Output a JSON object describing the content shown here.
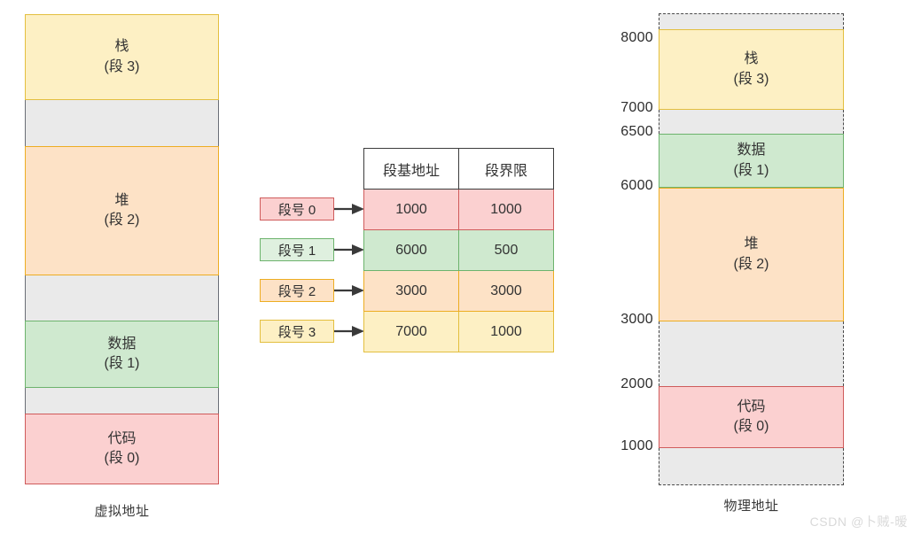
{
  "diagram": {
    "title_left": "虚拟地址",
    "title_right": "物理地址"
  },
  "virtual_memory": {
    "caption": "虚拟地址",
    "blocks": [
      {
        "name": "stack",
        "label": "栈",
        "sublabel": "(段 3)",
        "kind": "segment",
        "color": "#fdf0c4",
        "border": "#e3bf3f"
      },
      {
        "name": "gap-1",
        "label": "",
        "sublabel": "",
        "kind": "gap",
        "color": "#eaeaea",
        "border": "#6b6f76"
      },
      {
        "name": "heap",
        "label": "堆",
        "sublabel": "(段 2)",
        "kind": "segment",
        "color": "#fde2c6",
        "border": "#edad22"
      },
      {
        "name": "gap-2",
        "label": "",
        "sublabel": "",
        "kind": "gap",
        "color": "#eaeaea",
        "border": "#6b6f76"
      },
      {
        "name": "data",
        "label": "数据",
        "sublabel": "(段 1)",
        "kind": "segment",
        "color": "#cfe9cf",
        "border": "#6db36d"
      },
      {
        "name": "gap-3",
        "label": "",
        "sublabel": "",
        "kind": "gap",
        "color": "#eaeaea",
        "border": "#6b6f76"
      },
      {
        "name": "code",
        "label": "代码",
        "sublabel": "(段 0)",
        "kind": "segment",
        "color": "#fbd0d0",
        "border": "#cf5b5b"
      }
    ]
  },
  "segment_table": {
    "headers": [
      "段基地址",
      "段界限"
    ],
    "rows": [
      {
        "chip": "段号 0",
        "base": "1000",
        "limit": "1000",
        "color": "#fbd0d0",
        "border": "#cf5b5b"
      },
      {
        "chip": "段号 1",
        "base": "6000",
        "limit": "500",
        "color": "#cfe9cf",
        "border": "#6db36d"
      },
      {
        "chip": "段号 2",
        "base": "3000",
        "limit": "3000",
        "color": "#fde2c6",
        "border": "#edad22"
      },
      {
        "chip": "段号 3",
        "base": "7000",
        "limit": "1000",
        "color": "#fdf0c4",
        "border": "#e3bf3f"
      }
    ]
  },
  "physical_memory": {
    "caption": "物理地址",
    "address_ticks": [
      "8000",
      "7000",
      "6500",
      "6000",
      "3000",
      "2000",
      "1000"
    ],
    "blocks": [
      {
        "name": "gap-top",
        "label": "",
        "sublabel": "",
        "kind": "gap"
      },
      {
        "name": "stack",
        "label": "栈",
        "sublabel": "(段 3)",
        "kind": "segment",
        "range": "7000-8000"
      },
      {
        "name": "gap-2",
        "label": "",
        "sublabel": "",
        "kind": "gap"
      },
      {
        "name": "data",
        "label": "数据",
        "sublabel": "(段 1)",
        "kind": "segment",
        "range": "6000-6500"
      },
      {
        "name": "heap",
        "label": "堆",
        "sublabel": "(段 2)",
        "kind": "segment",
        "range": "3000-6000"
      },
      {
        "name": "gap-3",
        "label": "",
        "sublabel": "",
        "kind": "gap"
      },
      {
        "name": "code",
        "label": "代码",
        "sublabel": "(段 0)",
        "kind": "segment",
        "range": "1000-2000"
      },
      {
        "name": "gap-bottom",
        "label": "",
        "sublabel": "",
        "kind": "gap"
      }
    ]
  },
  "watermark": "CSDN @卜贼-暧"
}
